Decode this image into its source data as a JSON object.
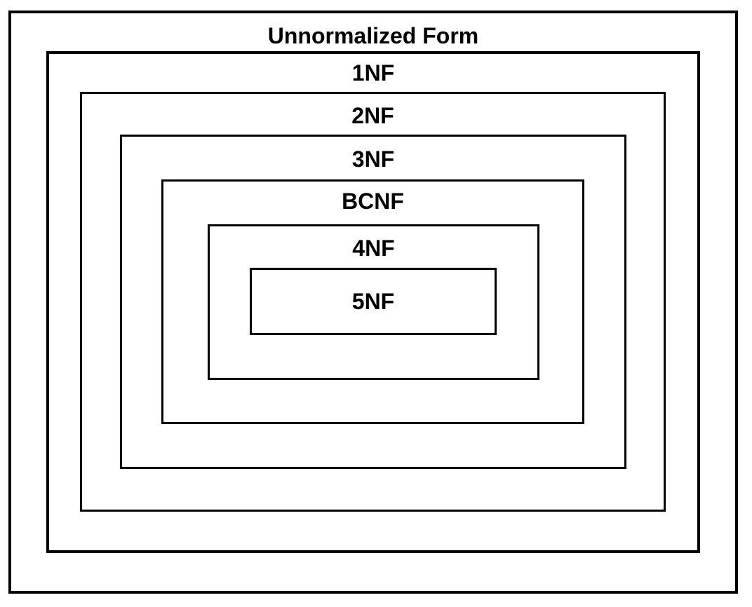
{
  "diagram": {
    "type": "nested-rectangles",
    "levels": [
      {
        "label": "Unnormalized Form"
      },
      {
        "label": "1NF"
      },
      {
        "label": "2NF"
      },
      {
        "label": "3NF"
      },
      {
        "label": "BCNF"
      },
      {
        "label": "4NF"
      },
      {
        "label": "5NF"
      }
    ],
    "colors": {
      "line": "#000000",
      "background": "#ffffff",
      "text": "#000000"
    }
  }
}
